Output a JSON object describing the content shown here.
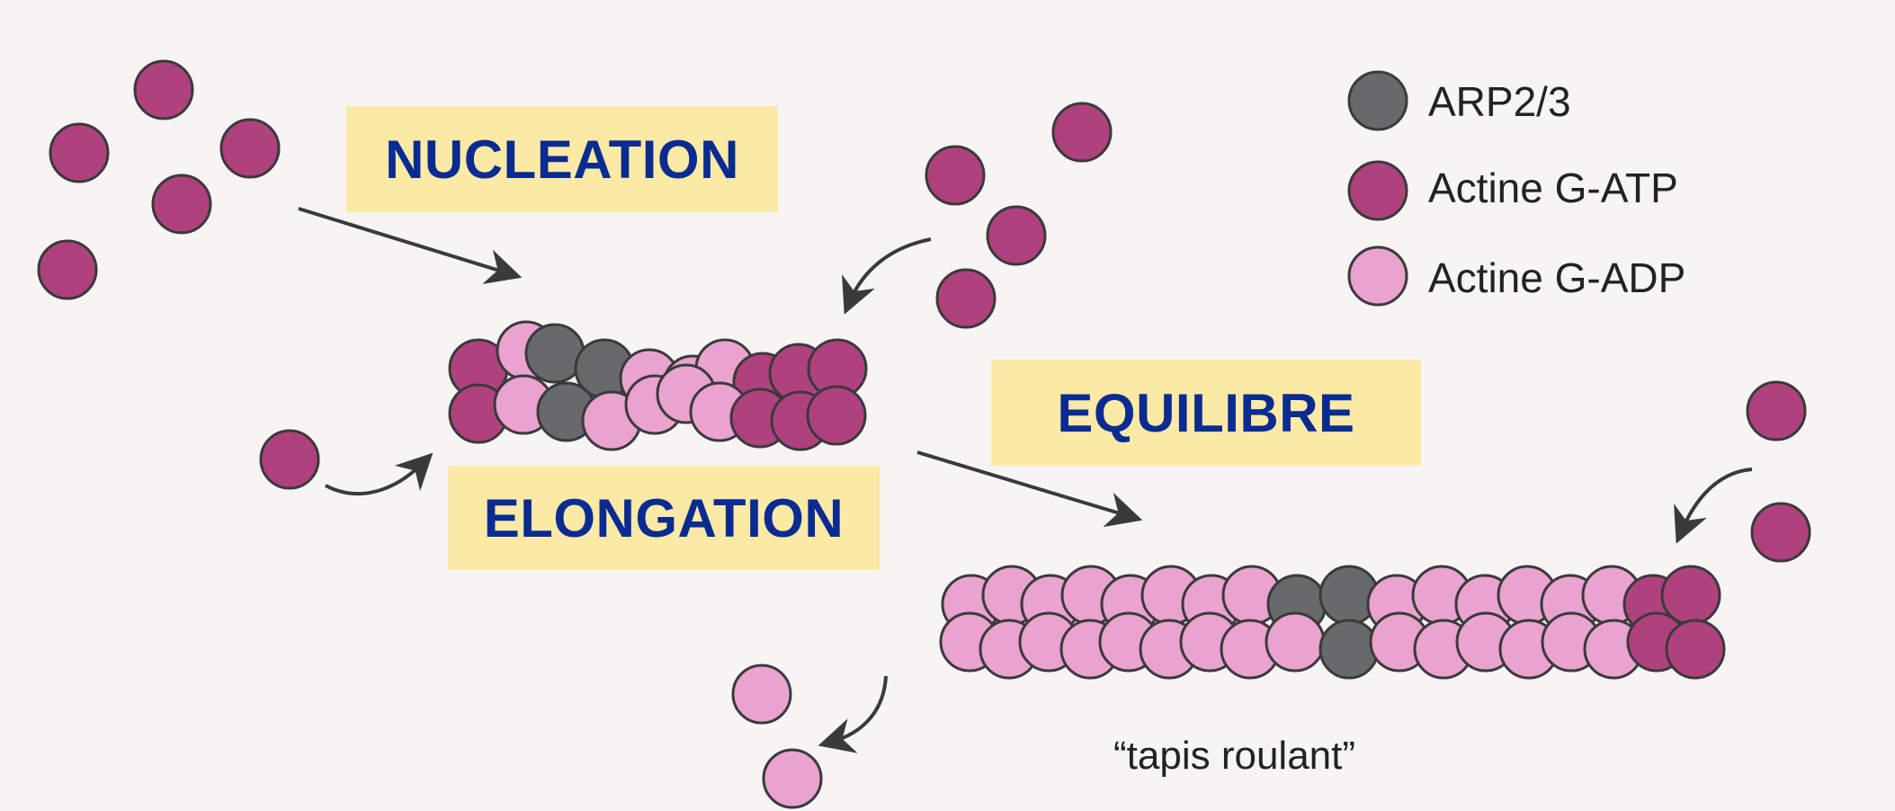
{
  "stages": {
    "nucleation": "NUCLEATION",
    "elongation": "ELONGATION",
    "equilibre": "EQUILIBRE"
  },
  "legend": [
    {
      "label": "ARP2/3",
      "color": "#666a6b"
    },
    {
      "label": "Actine G-ATP",
      "color": "#b0417f"
    },
    {
      "label": "Actine G-ADP",
      "color": "#eaa2cf"
    }
  ],
  "caption": "“tapis roulant”",
  "colors": {
    "arp": "#666a6b",
    "atp": "#b0417f",
    "adp": "#eaa2cf",
    "stroke": "#3a3a3a",
    "box_bg": "#fbe9a6",
    "box_text": "#0a2b91"
  }
}
